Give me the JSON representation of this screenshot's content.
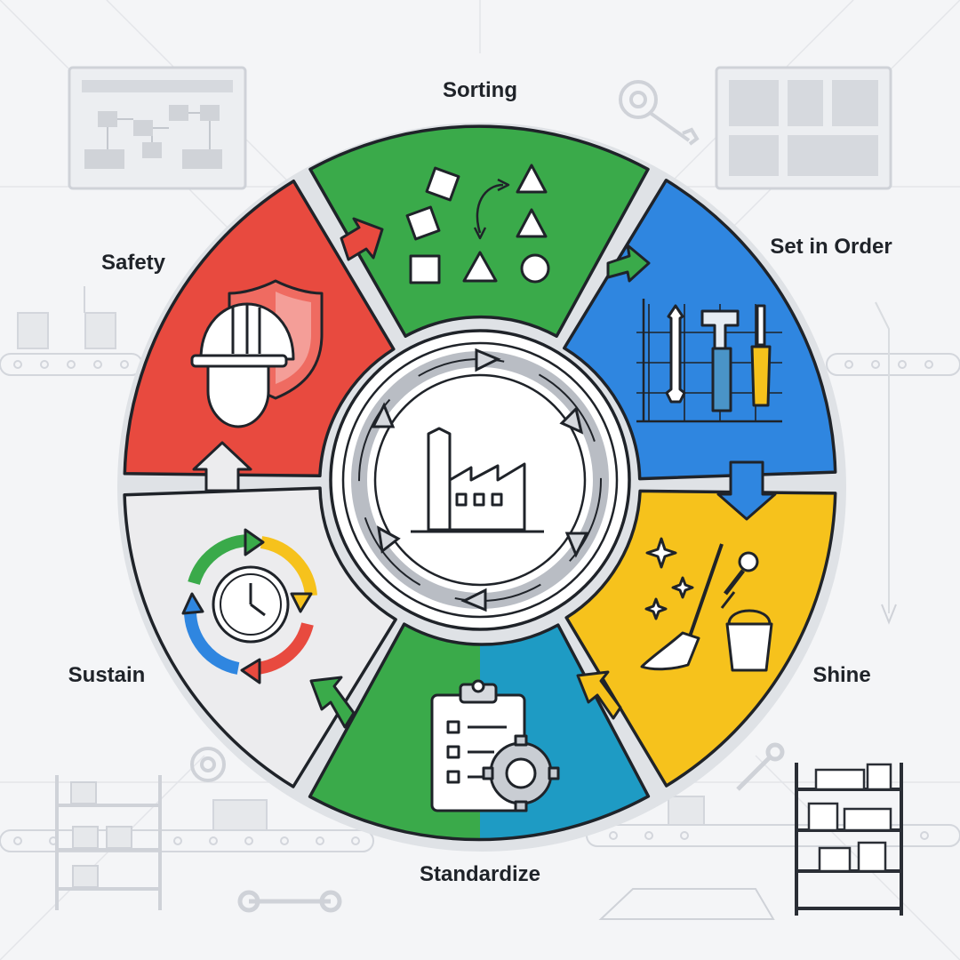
{
  "steps": {
    "sorting": "Sorting",
    "set_in_order": "Set in Order",
    "shine": "Shine",
    "standardize": "Standardize",
    "sustain": "Sustain",
    "safety": "Safety"
  },
  "colors": {
    "sorting": "#3aaa4a",
    "set_in_order": "#2f86e0",
    "shine": "#f6c21c",
    "standardize_left": "#3aaa4a",
    "standardize_right": "#1e9bc4",
    "sustain": "#ececee",
    "safety": "#e84a3f",
    "outline": "#1f2329",
    "background": "#f4f5f7"
  },
  "icons": {
    "sorting": "shapes-sorting-icon",
    "set_in_order": "tools-on-grid-icon",
    "shine": "mop-bucket-sparkle-icon",
    "standardize": "checklist-gear-icon",
    "sustain": "clock-cycle-icon",
    "safety": "hardhat-shield-icon",
    "center": "factory-cycle-icon"
  }
}
